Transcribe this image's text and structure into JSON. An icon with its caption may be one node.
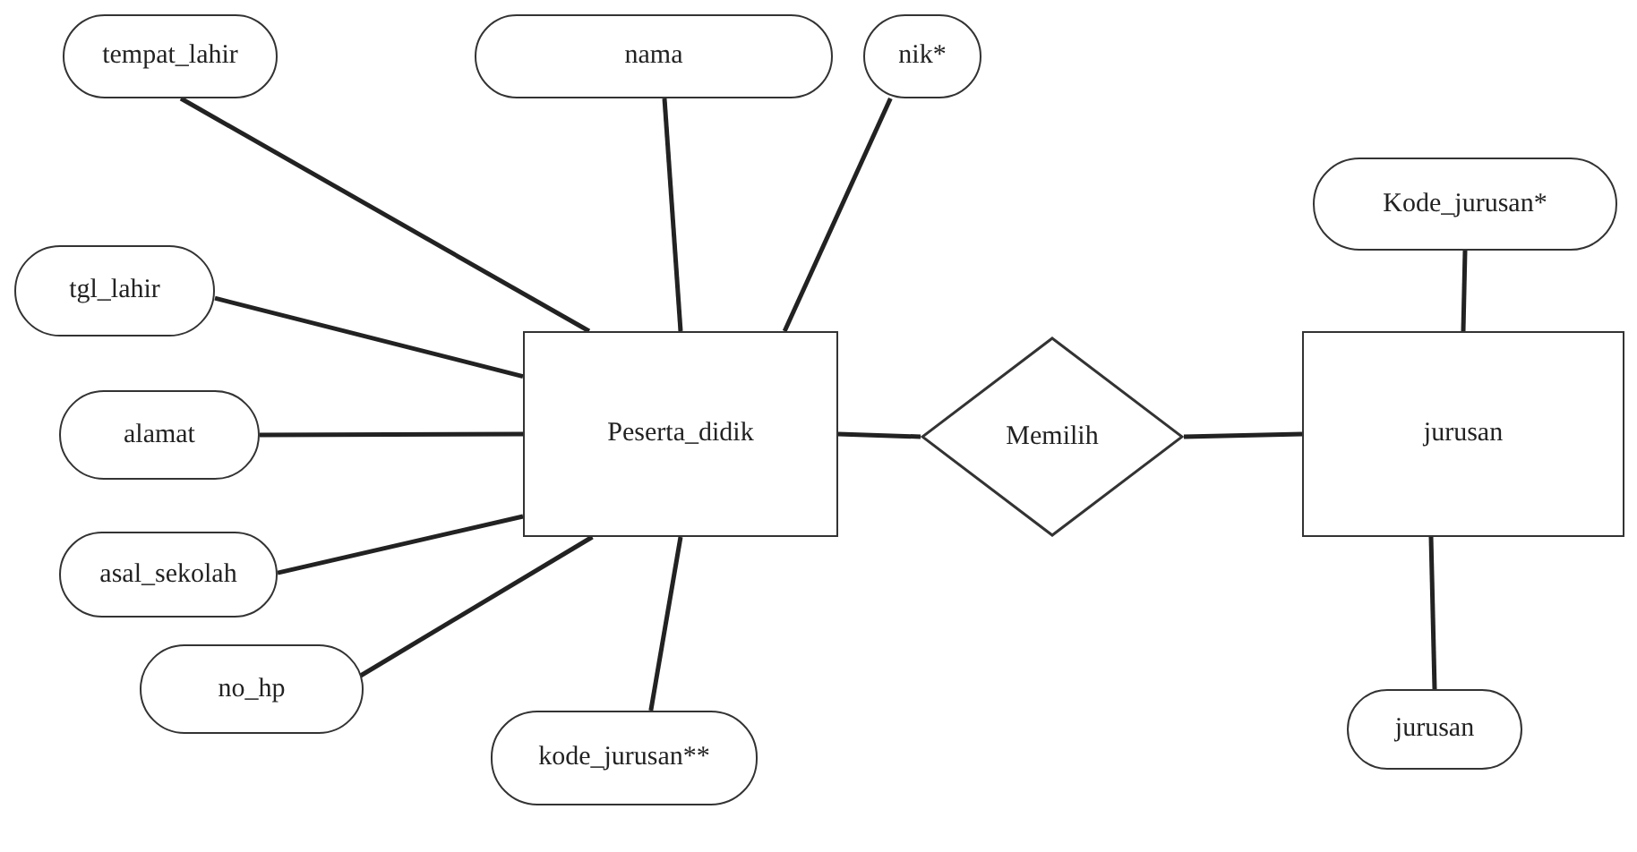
{
  "diagram": {
    "nodes": [
      {
        "text": [
          "tempat_lahir"
        ]
      },
      {
        "text": [
          "nama"
        ]
      },
      {
        "text": [
          "nik*"
        ]
      },
      {
        "text": [
          "tgl_lahir"
        ]
      },
      {
        "text": [
          "alamat"
        ]
      },
      {
        "text": [
          "asal_sekolah"
        ]
      },
      {
        "text": [
          "no_hp"
        ]
      },
      {
        "text": [
          "kode_jurusan**"
        ]
      },
      {
        "text": [
          "Peserta_didik"
        ]
      },
      {
        "text": [
          "Memilih"
        ]
      },
      {
        "text": [
          "jurusan"
        ]
      },
      {
        "text": [
          "Kode_jurusan*"
        ]
      },
      {
        "text": [
          "jurusan"
        ]
      }
    ],
    "edges": [
      {
        "from": 0,
        "to": 8,
        "arrow": "none"
      },
      {
        "from": 1,
        "to": 8,
        "arrow": "none"
      },
      {
        "from": 2,
        "to": 8,
        "arrow": "none"
      },
      {
        "from": 3,
        "to": 8,
        "arrow": "none"
      },
      {
        "from": 4,
        "to": 8,
        "arrow": "none"
      },
      {
        "from": 5,
        "to": 8,
        "arrow": "none"
      },
      {
        "from": 6,
        "to": 8,
        "arrow": "none"
      },
      {
        "from": 7,
        "to": 8,
        "arrow": "none"
      },
      {
        "from": 8,
        "to": 9,
        "arrow": "none"
      },
      {
        "from": 9,
        "to": 10,
        "arrow": "none"
      },
      {
        "from": 11,
        "to": 10,
        "arrow": "none"
      },
      {
        "from": 10,
        "to": 12,
        "arrow": "none"
      }
    ]
  }
}
